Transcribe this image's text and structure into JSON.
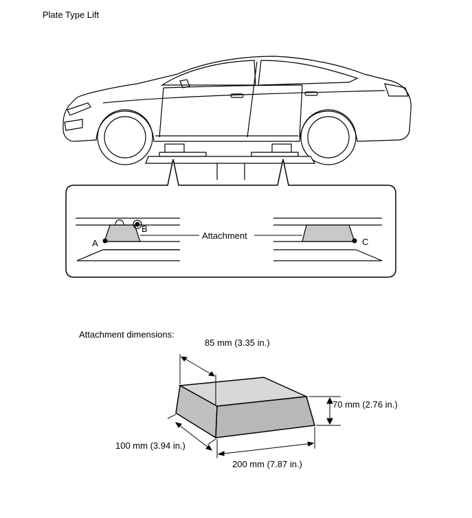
{
  "title": "Plate Type Lift",
  "detail_labels": {
    "attachment": "Attachment",
    "point_a": "A",
    "point_b": "B",
    "point_c": "C"
  },
  "dimensions": {
    "heading": "Attachment dimensions:",
    "top_width": "85 mm (3.35 in.)",
    "height": "70 mm (2.76 in.)",
    "depth": "100 mm (3.94 in.)",
    "length": "200 mm (7.87 in.)"
  },
  "colors": {
    "block_fill": "#c8c8c8",
    "line": "#000000"
  }
}
